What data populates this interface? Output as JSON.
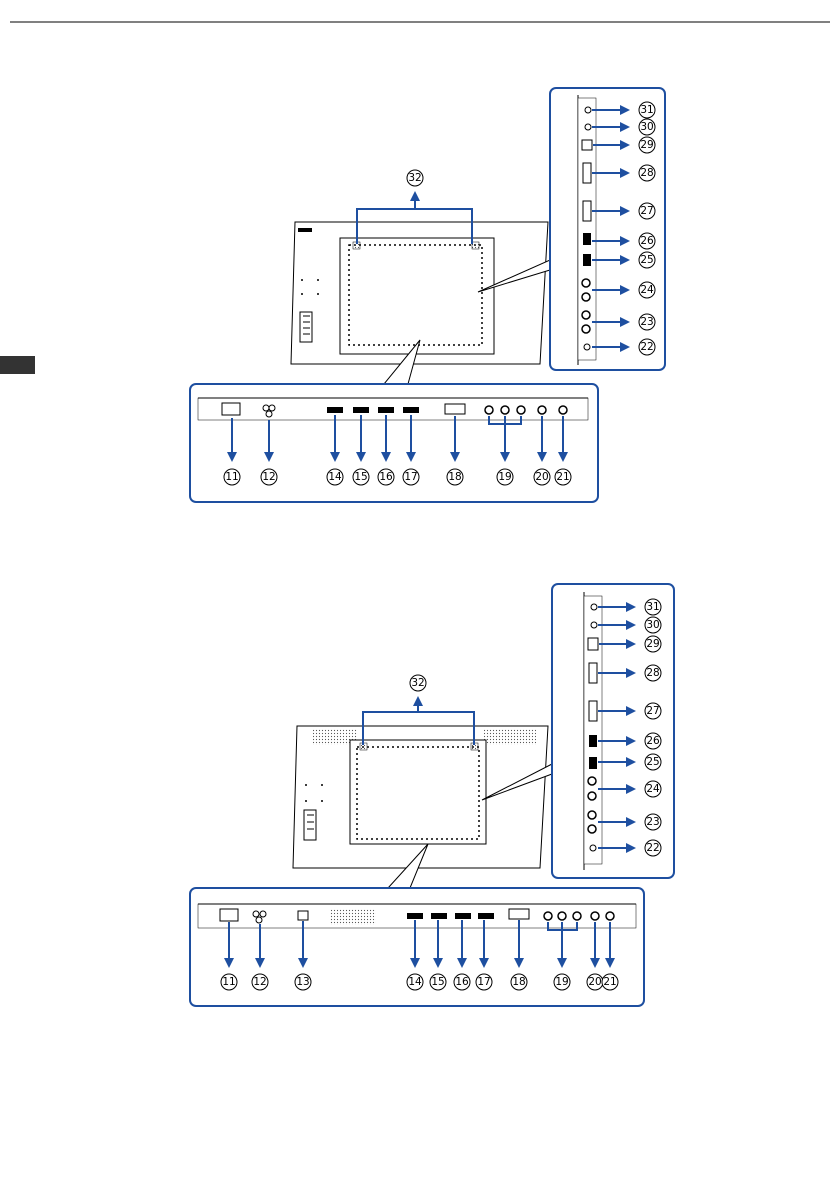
{
  "page": {
    "side_tab_color": "#333333",
    "accent": "#1e4fa0"
  },
  "diagram_top": {
    "labels": {
      "n11": "11",
      "n12": "12",
      "n14": "14",
      "n15": "15",
      "n16": "16",
      "n17": "17",
      "n18": "18",
      "n19": "19",
      "n20": "20",
      "n21": "21",
      "n22": "22",
      "n23": "23",
      "n24": "24",
      "n25": "25",
      "n26": "26",
      "n27": "27",
      "n28": "28",
      "n29": "29",
      "n30": "30",
      "n31": "31",
      "n32": "32"
    }
  },
  "diagram_bottom": {
    "labels": {
      "n11": "11",
      "n12": "12",
      "n13": "13",
      "n14": "14",
      "n15": "15",
      "n16": "16",
      "n17": "17",
      "n18": "18",
      "n19": "19",
      "n20": "20",
      "n21": "21",
      "n22": "22",
      "n23": "23",
      "n24": "24",
      "n25": "25",
      "n26": "26",
      "n27": "27",
      "n28": "28",
      "n29": "29",
      "n30": "30",
      "n31": "31",
      "n32": "32"
    }
  }
}
